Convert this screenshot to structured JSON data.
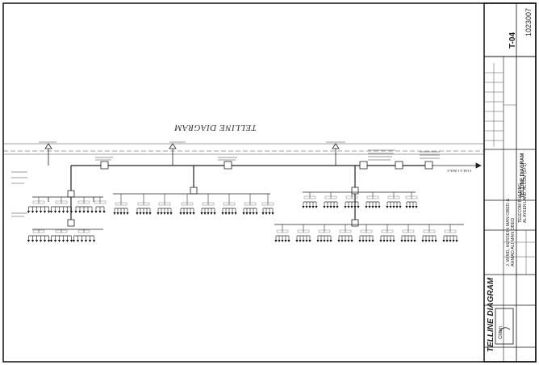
{
  "drawing": {
    "title_upside": "TELLINE DIAGRAM",
    "feed_label": "FOR ST MA.F",
    "title_block": {
      "project_no": "1023007",
      "sheet_no": "T-04",
      "sheet_title": "TELLINE DIAGRAM",
      "sheet_title_large": "TELLINE DIAGRAM",
      "client_line_1": "J. WIND, HUSSEIN MAN OBED &",
      "client_line_2": "AHMAD ALI MAN OBED",
      "project_line": "TELECOM BUILDING",
      "project_line_2": "AL AYEEN LAND, ACCOM (G+1)",
      "logo_text": "Cham"
    }
  }
}
